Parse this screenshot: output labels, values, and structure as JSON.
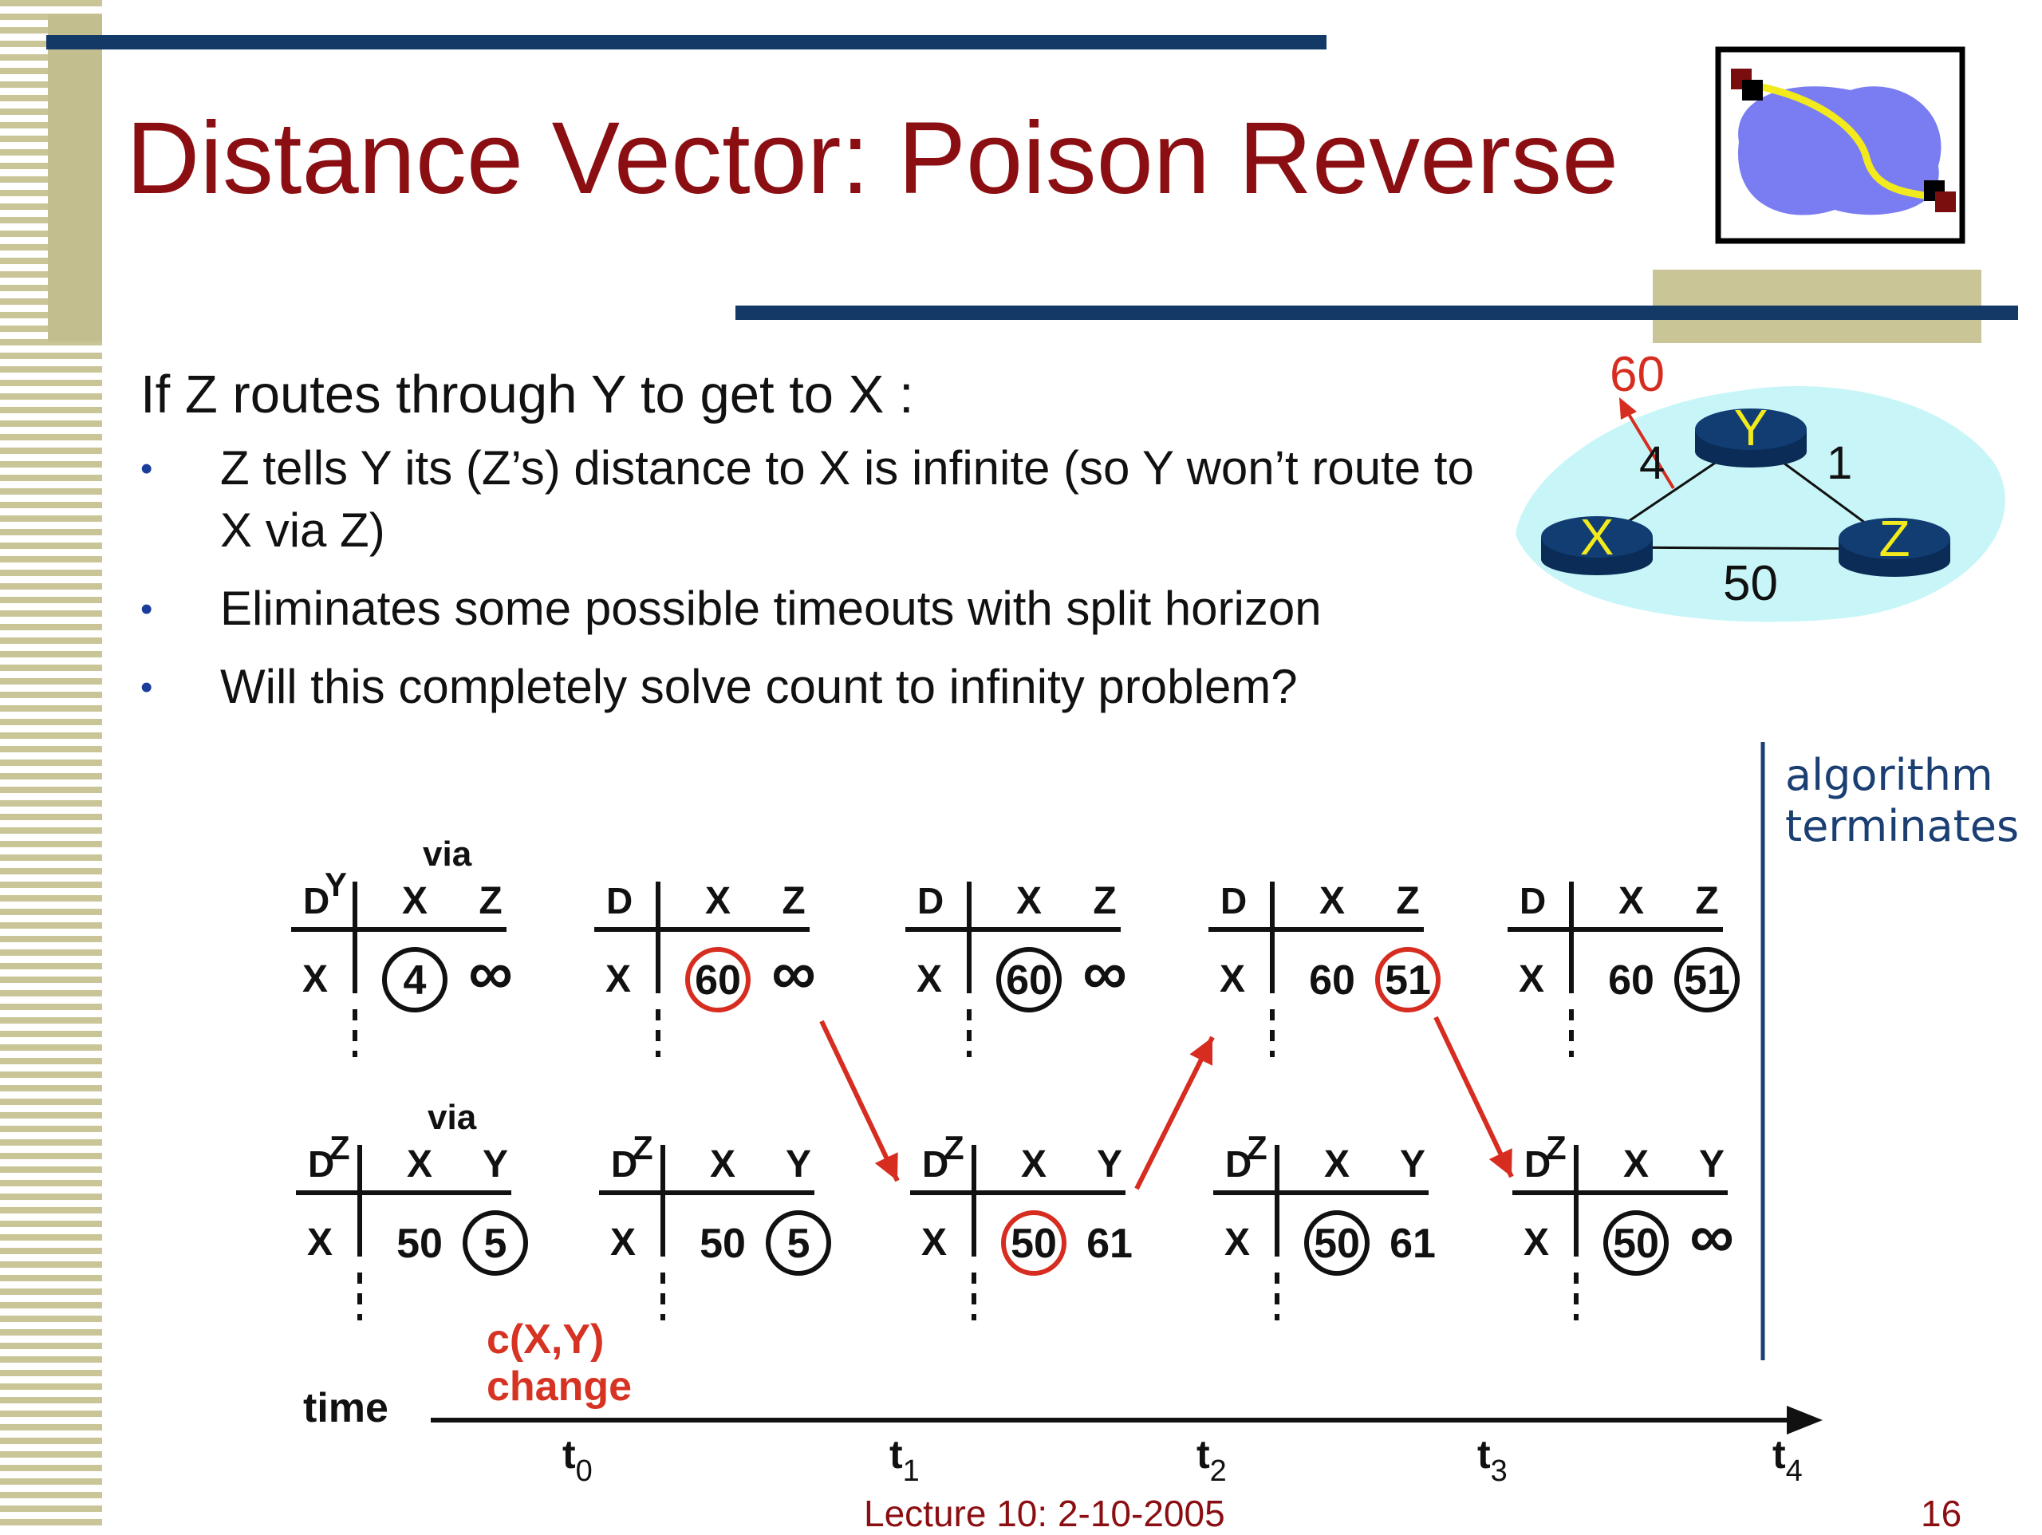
{
  "title": "Distance Vector: Poison Reverse",
  "intro": "If Z routes through Y to get to X :",
  "bullets": [
    "Z tells Y its (Z’s) distance to X is infinite (so Y won’t route to X via Z)",
    "Eliminates some possible timeouts with split horizon",
    "Will this completely solve count to infinity problem?"
  ],
  "network": {
    "nodes": [
      "X",
      "Y",
      "Z"
    ],
    "links": [
      {
        "from": "X",
        "to": "Y",
        "cost": "4"
      },
      {
        "from": "Y",
        "to": "Z",
        "cost": "1"
      },
      {
        "from": "X",
        "to": "Z",
        "cost": "50"
      }
    ],
    "changed_cost": "60"
  },
  "tables": {
    "via_label": "via",
    "dest_label": "D",
    "dest_row": "X",
    "infinity": "∞",
    "top_row": [
      {
        "node": "Y",
        "cols": [
          "X",
          "Z"
        ],
        "values": [
          "4",
          "∞"
        ],
        "circled": 0,
        "circle_color": "#111111"
      },
      {
        "node": "",
        "cols": [
          "X",
          "Z"
        ],
        "values": [
          "60",
          "∞"
        ],
        "circled": 0,
        "circle_color": "#d62d20"
      },
      {
        "node": "",
        "cols": [
          "X",
          "Z"
        ],
        "values": [
          "60",
          "∞"
        ],
        "circled": 0,
        "circle_color": "#111111"
      },
      {
        "node": "",
        "cols": [
          "X",
          "Z"
        ],
        "values": [
          "60",
          "51"
        ],
        "circled": 1,
        "circle_color": "#d62d20"
      },
      {
        "node": "",
        "cols": [
          "X",
          "Z"
        ],
        "values": [
          "60",
          "51"
        ],
        "circled": 1,
        "circle_color": "#111111"
      }
    ],
    "bottom_row": [
      {
        "node": "Z",
        "cols": [
          "X",
          "Y"
        ],
        "values": [
          "50",
          "5"
        ],
        "circled": 1,
        "circle_color": "#111111"
      },
      {
        "node": "Z",
        "cols": [
          "X",
          "Y"
        ],
        "values": [
          "50",
          "5"
        ],
        "circled": 1,
        "circle_color": "#111111"
      },
      {
        "node": "Z",
        "cols": [
          "X",
          "Y"
        ],
        "values": [
          "50",
          "61"
        ],
        "circled": 0,
        "circle_color": "#d62d20"
      },
      {
        "node": "Z",
        "cols": [
          "X",
          "Y"
        ],
        "values": [
          "50",
          "61"
        ],
        "circled": 0,
        "circle_color": "#111111"
      },
      {
        "node": "Z",
        "cols": [
          "X",
          "Y"
        ],
        "values": [
          "50",
          "∞"
        ],
        "circled": 0,
        "circle_color": "#111111"
      }
    ]
  },
  "algorithm_note": "algorithm\nterminates",
  "event_label": "c(X,Y)\nchange",
  "time_label": "time",
  "timeline": [
    {
      "t": "t",
      "sub": "0"
    },
    {
      "t": "t",
      "sub": "1"
    },
    {
      "t": "t",
      "sub": "2"
    },
    {
      "t": "t",
      "sub": "3"
    },
    {
      "t": "t",
      "sub": "4"
    }
  ],
  "footer": "Lecture 10: 2-10-2005",
  "page_number": "16",
  "colors": {
    "title": "#8b0f12",
    "rule": "#133a66",
    "accent_red": "#d62d20",
    "router": "#123d73",
    "router_label": "#f2ea1c",
    "cloud": "#c8f6f8",
    "logo_cloud": "#7a7cf2"
  }
}
